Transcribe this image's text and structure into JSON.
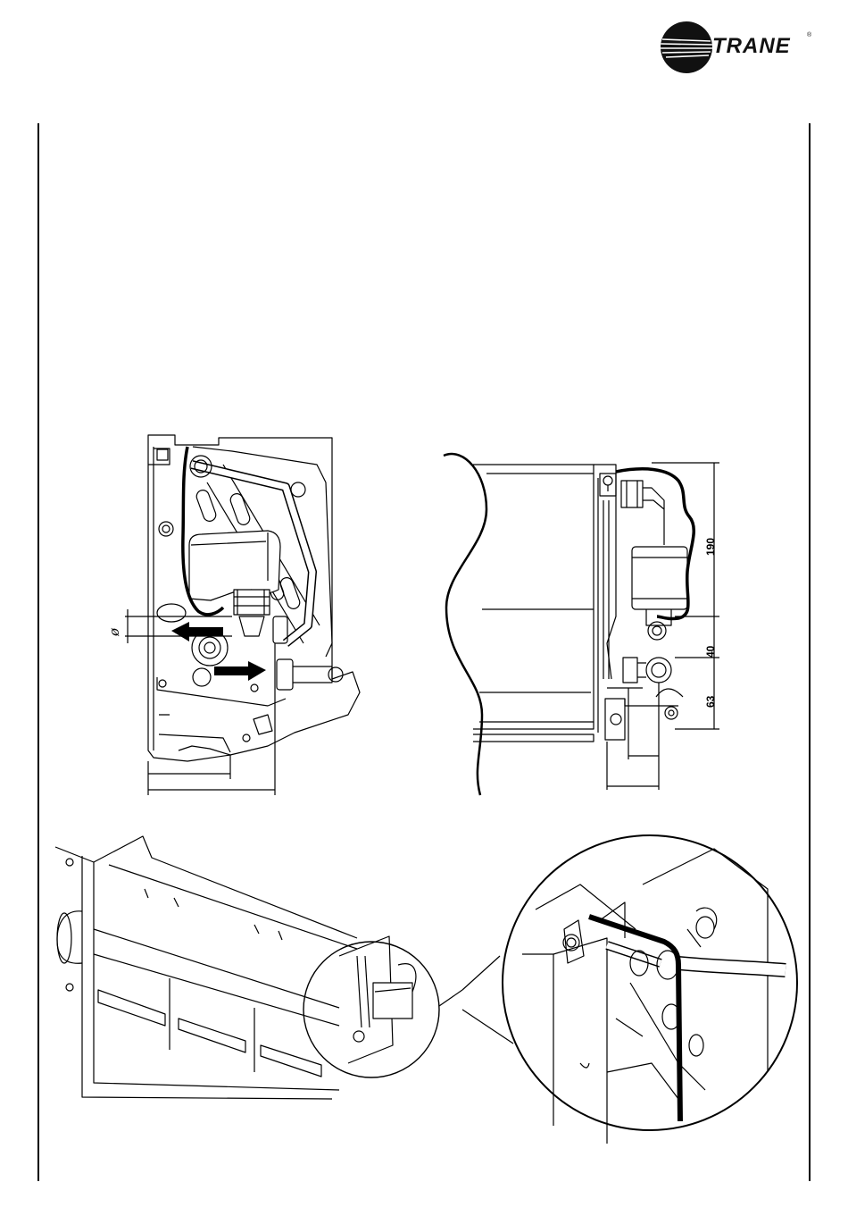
{
  "header": {
    "brand": "TRANE",
    "trademark": "®",
    "logo_icon": "trane-swoosh-circle-icon"
  },
  "figure": {
    "dimensions": {
      "d190": "190",
      "d40": "40",
      "d63": "63",
      "diameter_symbol": "ø"
    }
  },
  "colors": {
    "ink": "#000000",
    "paper": "#ffffff"
  }
}
